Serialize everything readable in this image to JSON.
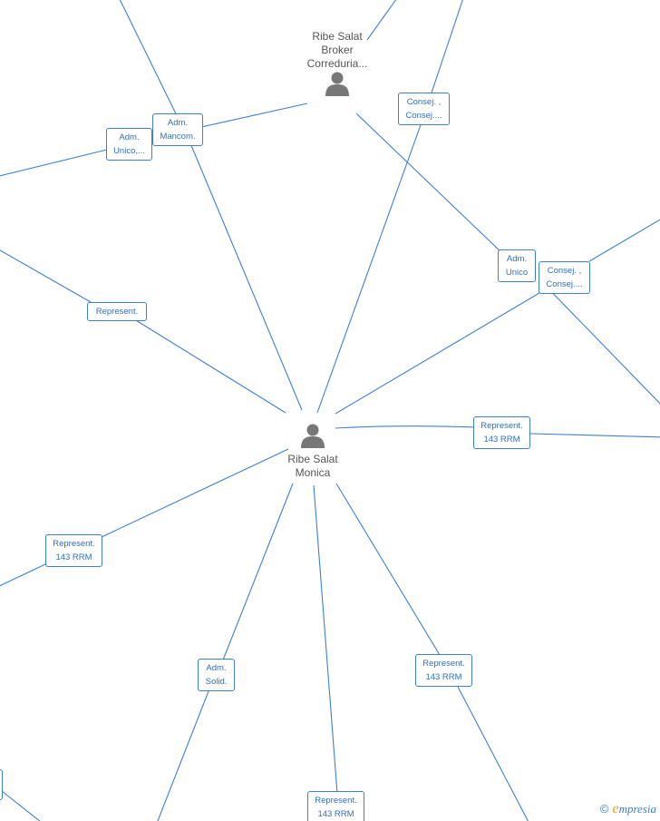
{
  "graph": {
    "persons": [
      {
        "id": "broker",
        "name_lines": [
          "Ribe Salat",
          "Broker",
          "Correduria..."
        ]
      },
      {
        "id": "monica",
        "name_lines": [
          "Ribe Salat",
          "Monica"
        ]
      }
    ],
    "relations": [
      {
        "id": "adm-mancom",
        "lines": [
          "Adm.",
          "Mancom."
        ]
      },
      {
        "id": "adm-unico-top",
        "lines": [
          "Adm.",
          "Unico,..."
        ]
      },
      {
        "id": "consej-top",
        "lines": [
          "Consej. ,",
          "Consej...."
        ]
      },
      {
        "id": "adm-unico-right",
        "lines": [
          "Adm.",
          "Unico"
        ]
      },
      {
        "id": "consej-right",
        "lines": [
          "Consej. ,",
          "Consej...."
        ]
      },
      {
        "id": "represent-left",
        "lines": [
          "Represent."
        ]
      },
      {
        "id": "represent-143-right",
        "lines": [
          "Represent.",
          "143 RRM"
        ]
      },
      {
        "id": "represent-143-left",
        "lines": [
          "Represent.",
          "143 RRM"
        ]
      },
      {
        "id": "adm-solid",
        "lines": [
          "Adm.",
          "Solid."
        ]
      },
      {
        "id": "represent-143-bottom-right",
        "lines": [
          "Represent.",
          "143 RRM"
        ]
      },
      {
        "id": "represent-143-bottom",
        "lines": [
          "Represent.",
          "143 RRM"
        ]
      }
    ]
  },
  "watermark": {
    "copyright_symbol": "©",
    "brand_initial": "e",
    "brand_rest": "mpresia"
  },
  "colors": {
    "edge": "#3d7fd6",
    "label_text": "#2f6fc4",
    "person_icon": "#777777",
    "person_text": "#555555"
  },
  "icons": {
    "person": "person-icon",
    "copyright": "copyright-icon"
  }
}
